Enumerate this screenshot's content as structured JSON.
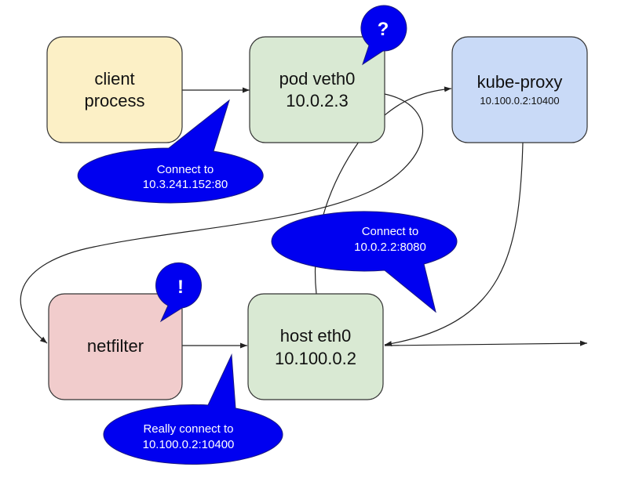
{
  "colors": {
    "client": "#fcf0c6",
    "pod": "#d9e9d3",
    "proxy": "#c9daf7",
    "netfilter": "#f1cccc",
    "host": "#d9e9d3",
    "bubble": "#0000f0",
    "stroke": "#333333"
  },
  "nodes": {
    "client": {
      "line1": "client",
      "line2": "process"
    },
    "pod": {
      "line1": "pod veth0",
      "line2": "10.0.2.3"
    },
    "proxy": {
      "line1": "kube-proxy",
      "line2": "10.100.0.2:10400"
    },
    "netfilter": {
      "line1": "netfilter"
    },
    "host": {
      "line1": "host eth0",
      "line2": "10.100.0.2"
    }
  },
  "bubbles": {
    "b1": {
      "line1": "Connect to",
      "line2": "10.3.241.152:80"
    },
    "b2": {
      "line1": "Connect to",
      "line2": "10.0.2.2:8080"
    },
    "b3": {
      "line1": "Really connect to",
      "line2": "10.100.0.2:10400"
    }
  },
  "marks": {
    "question": "?",
    "exclaim": "!"
  }
}
